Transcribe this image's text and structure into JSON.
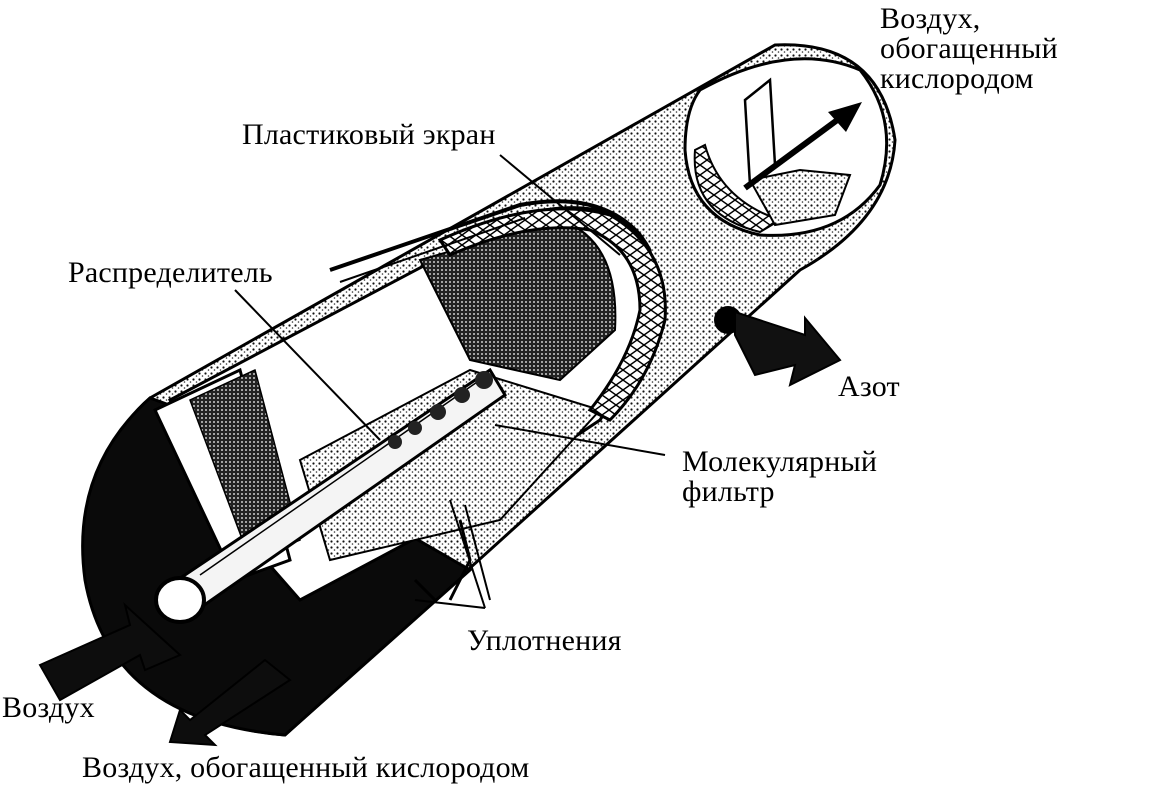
{
  "labels": {
    "air_top_line1": "Воздух,",
    "air_top_line2": "обогащенный",
    "air_top_line3": "кислородом",
    "plastic_screen": "Пластиковый экран",
    "distributor": "Распределитель",
    "nitrogen": "Азот",
    "molecular_filter_line1": "Молекулярный",
    "molecular_filter_line2": "фильтр",
    "seals": "Уплотнения",
    "air_in": "Воздух",
    "air_bottom": "Воздух, обогащенный кислородом"
  },
  "colors": {
    "ink": "#000000",
    "paper": "#ffffff",
    "stipple": "#5a5a5a"
  }
}
